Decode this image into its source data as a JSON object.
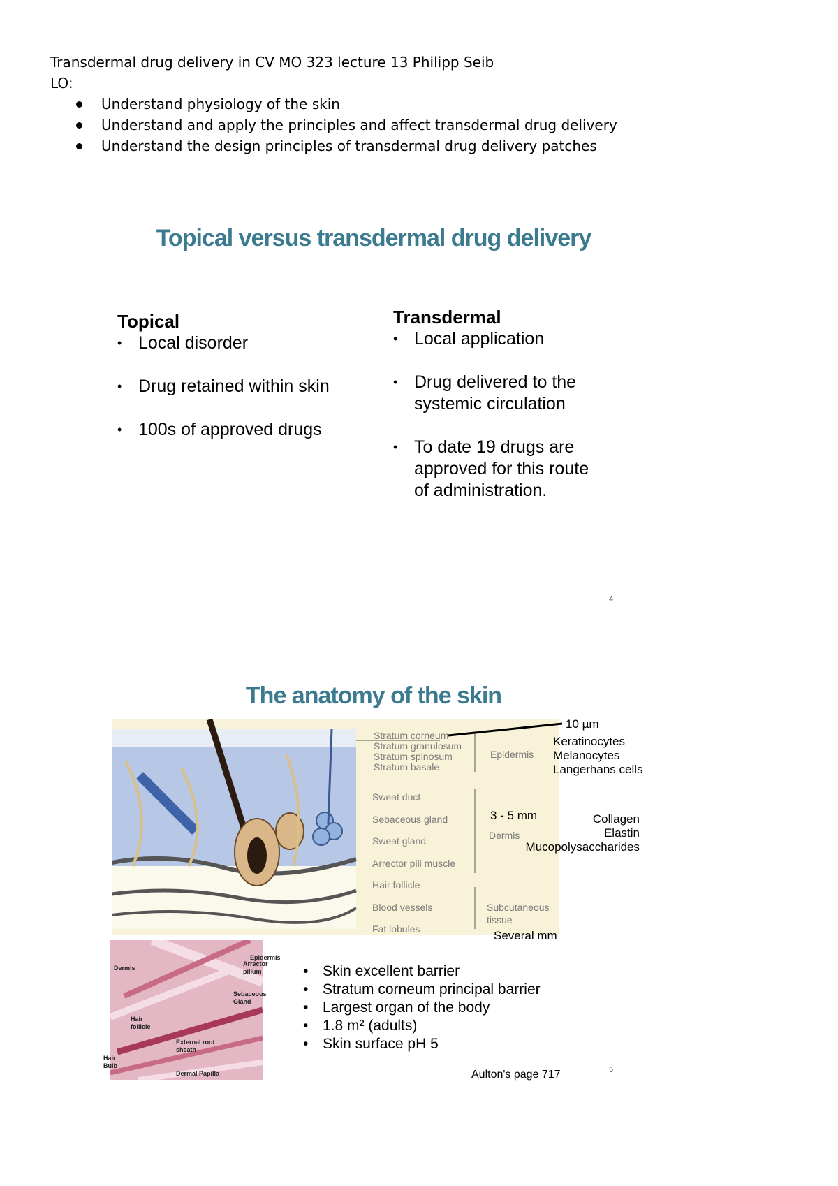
{
  "header": {
    "title": "Transdermal drug delivery in CV MO 323 lecture 13 Philipp Seib",
    "lo_label": "LO:",
    "objectives": [
      "Understand physiology of the skin",
      "Understand and apply the principles and affect transdermal drug delivery",
      "Understand the design principles of transdermal drug delivery patches"
    ]
  },
  "slide4": {
    "title": "Topical versus transdermal drug delivery",
    "topical": {
      "heading": "Topical",
      "items": [
        "Local disorder",
        "Drug retained within skin",
        "100s of approved drugs"
      ]
    },
    "transdermal": {
      "heading": "Transdermal",
      "items": [
        "Local application",
        "Drug delivered to the systemic circulation",
        "To date 19 drugs are approved for this route of administration."
      ]
    },
    "page_number": "4"
  },
  "slide5": {
    "title": "The anatomy of the skin",
    "diagram_labels": [
      "Stratum corneum",
      "Stratum granulosum",
      "Stratum spinosum",
      "Stratum basale",
      "Sweat duct",
      "Sebaceous gland",
      "Sweat gland",
      "Arrector pili muscle",
      "Hair follicle",
      "Blood vessels",
      "Fat lobules"
    ],
    "epidermis_label": "Epidermis",
    "dermis_label": "Dermis",
    "subcutaneous_label": "Subcutaneous tissue",
    "thickness_sc": "10 µm",
    "epidermis_cells": [
      "Keratinocytes",
      "Melanocytes",
      "Langerhans cells"
    ],
    "dermis_thickness": "3 - 5 mm",
    "dermis_components": [
      "Collagen",
      "Elastin",
      "Mucopolysaccharides"
    ],
    "subcutaneous_thickness": "Several mm",
    "histology_labels": [
      "Epidermis",
      "Dermis",
      "Arrector pilium",
      "Sebaceous Gland",
      "Hair follicle",
      "External root sheath",
      "Hair Bulb",
      "Dermal Papilla"
    ],
    "facts": [
      "Skin excellent barrier",
      "Stratum corneum principal barrier",
      "Largest organ of the body",
      "1.8 m² (adults)",
      "Skin surface pH 5"
    ],
    "reference": "Aulton's page 717",
    "page_number": "5"
  }
}
